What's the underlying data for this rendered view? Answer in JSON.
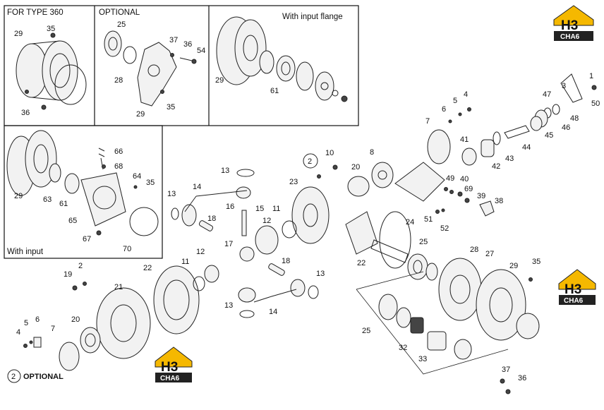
{
  "insets": {
    "type360": "FOR TYPE 360",
    "optional": "OPTIONAL",
    "input_flange": "With input flange",
    "with_input": "With input"
  },
  "footnote": {
    "circle": "2",
    "text": "OPTIONAL"
  },
  "logo": {
    "mark": "H3",
    "name": "CHA6",
    "accent": "#f5b800"
  },
  "labels": {
    "l29a": "29",
    "l35a": "35",
    "l36a": "36",
    "l25a": "25",
    "l28a": "28",
    "l29b": "29",
    "l37a": "37",
    "l36b": "36",
    "l54": "54",
    "l35b": "35",
    "l29c": "29",
    "l61a": "61",
    "l66": "66",
    "l68": "68",
    "l64": "64",
    "l35c": "35",
    "l29d": "29",
    "l63": "63",
    "l61b": "61",
    "l65": "65",
    "l67": "67",
    "l70": "70",
    "l1": "1",
    "l3": "3",
    "l50": "50",
    "l47": "47",
    "l48": "48",
    "l46": "46",
    "l45": "45",
    "l44": "44",
    "l43": "43",
    "l42": "42",
    "l41": "41",
    "l4a": "4",
    "l5a": "5",
    "l6a": "6",
    "l7a": "7",
    "l8": "8",
    "l2a": "2",
    "l10": "10",
    "l20a": "20",
    "l23": "23",
    "l49": "49",
    "l40": "40",
    "l69": "69",
    "l39": "39",
    "l38": "38",
    "l51": "51",
    "l52": "52",
    "l13a": "13",
    "l14a": "14",
    "l13b": "13",
    "l16": "16",
    "l15": "15",
    "l18a": "18",
    "l11a": "11",
    "l12a": "12",
    "l17": "17",
    "l24": "24",
    "l22a": "22",
    "l25b": "25",
    "l28b": "28",
    "l27": "27",
    "l29e": "29",
    "l35d": "35",
    "l19": "19",
    "l2b": "2",
    "l21": "21",
    "l22b": "22",
    "l11b": "11",
    "l12b": "12",
    "l18b": "18",
    "l13c": "13",
    "l13d": "13",
    "l14b": "14",
    "l20b": "20",
    "l7b": "7",
    "l4b": "4",
    "l5b": "5",
    "l6b": "6",
    "l25c": "25",
    "l32": "32",
    "l33": "33",
    "l37b": "37",
    "l36c": "36"
  }
}
